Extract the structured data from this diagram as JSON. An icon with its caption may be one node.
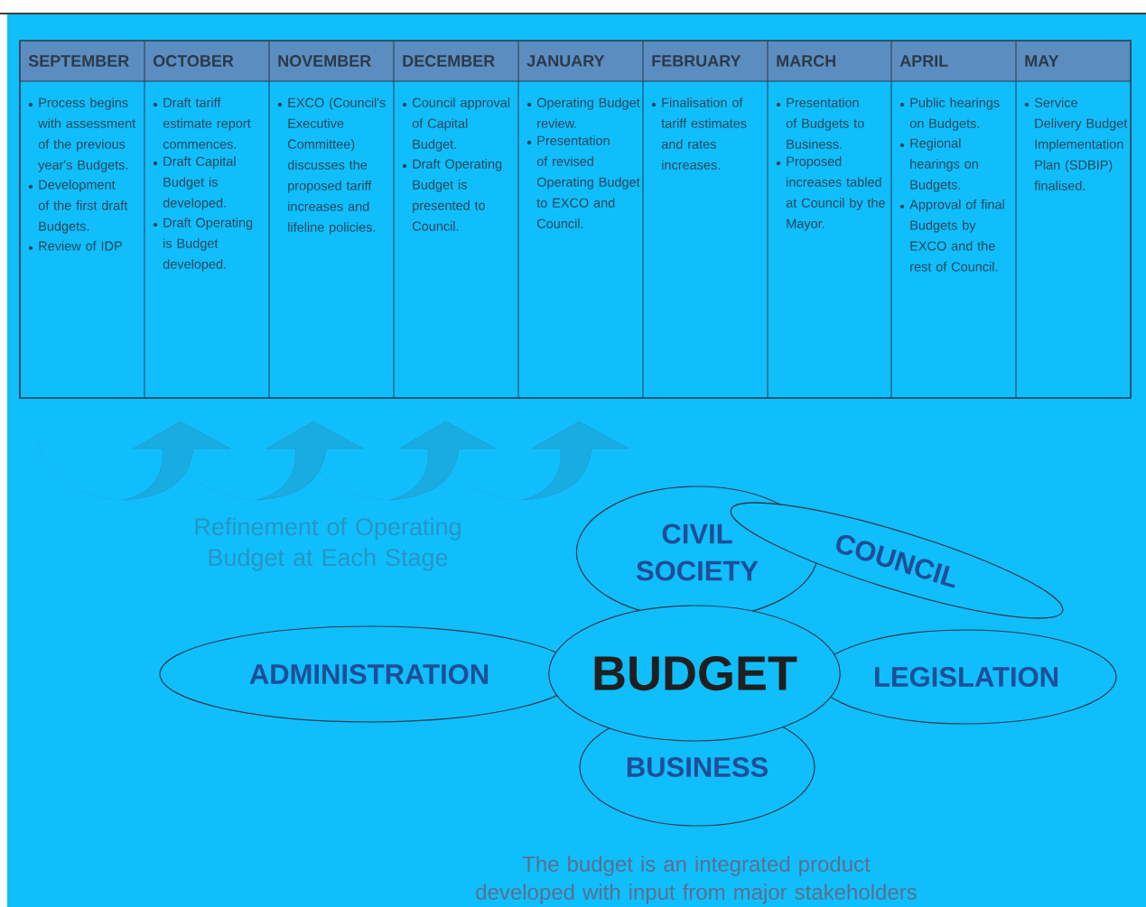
{
  "diagram": {
    "caption": "The budget is an integrated product developed with input from major stakeholders",
    "nodes": [
      {
        "text": [
          "CIVIL SOCIETY"
        ]
      },
      {
        "text": [
          "COUNCIL"
        ]
      },
      {
        "text": [
          "ADMINISTRATION"
        ]
      },
      {
        "text": [
          "BUDGET"
        ]
      },
      {
        "text": [
          "LEGISLATION"
        ]
      },
      {
        "text": [
          "BUSINESS"
        ]
      }
    ],
    "labels": [
      "SEPTEMBER",
      "OCTOBER",
      "NOVEMBER",
      "DECEMBER",
      "JANUARY",
      "FEBRUARY",
      "MARCH",
      "APRIL",
      "MAY",
      "Process begins with assessment of the previous year's Budgets.",
      "Development of the first draft Budgets.",
      "Review of IDP",
      "Draft tariff estimate report commences.",
      "Draft Capital Budget is developed.",
      "Draft Operating is Budget developed.",
      "EXCO (Council's Executive Committee) discusses the proposed tariff increases and lifeline policies.",
      "Council approval of Capital Budget.",
      "Draft Operating Budget is presented to Council.",
      "Operating Budget review.",
      "Presentation of revised Operating Budget to EXCO and Council.",
      "Finalisation of tariff estimates and rates increases.",
      "Presentation of Budgets to Business.",
      "Proposed increases tabled at Council by the Mayor.",
      "Public hearings on Budgets.",
      "Regional hearings on Budgets.",
      "Approval of final Budgets by EXCO and the rest of Council.",
      "Service Delivery Budget Implementation Plan (SDBIP) finalised.",
      "Refinement of Operating Budget at Each Stage"
    ]
  }
}
